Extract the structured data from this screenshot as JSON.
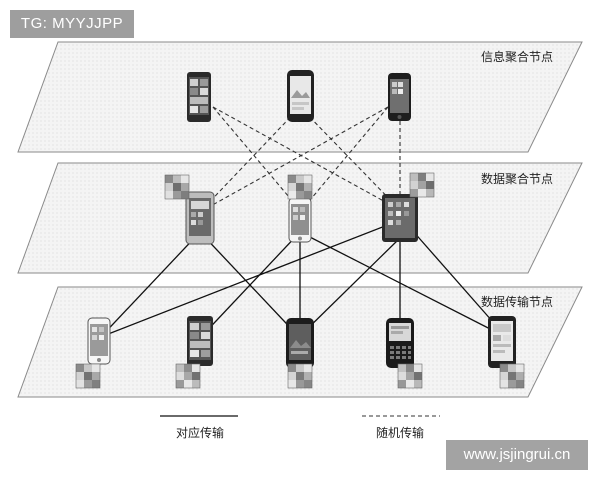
{
  "layers": [
    {
      "id": "info",
      "label": "信息聚合节点"
    },
    {
      "id": "data",
      "label": "数据聚合节点"
    },
    {
      "id": "transfer",
      "label": "数据传输节点"
    }
  ],
  "legend": {
    "solid_label": "对应传输",
    "dashed_label": "随机传输"
  },
  "watermarks": {
    "top_left": "TG: MYYJJPP",
    "bottom_right": "www.jsjingrui.cn"
  },
  "devices": {
    "info": [
      "windows-phone-icon",
      "android-phone-icon",
      "iphone-icon"
    ],
    "data": [
      "android-phone-icon",
      "iphone-icon",
      "tablet-icon"
    ],
    "transfer": [
      "iphone-icon",
      "windows-phone-icon",
      "android-phone-icon",
      "blackberry-icon",
      "android-phone-icon"
    ]
  },
  "colors": {
    "plane_fill": "#f2f2f2",
    "plane_stroke": "#8a8a8a",
    "line": "#1a1a1a",
    "device": "#2b2b2b"
  }
}
